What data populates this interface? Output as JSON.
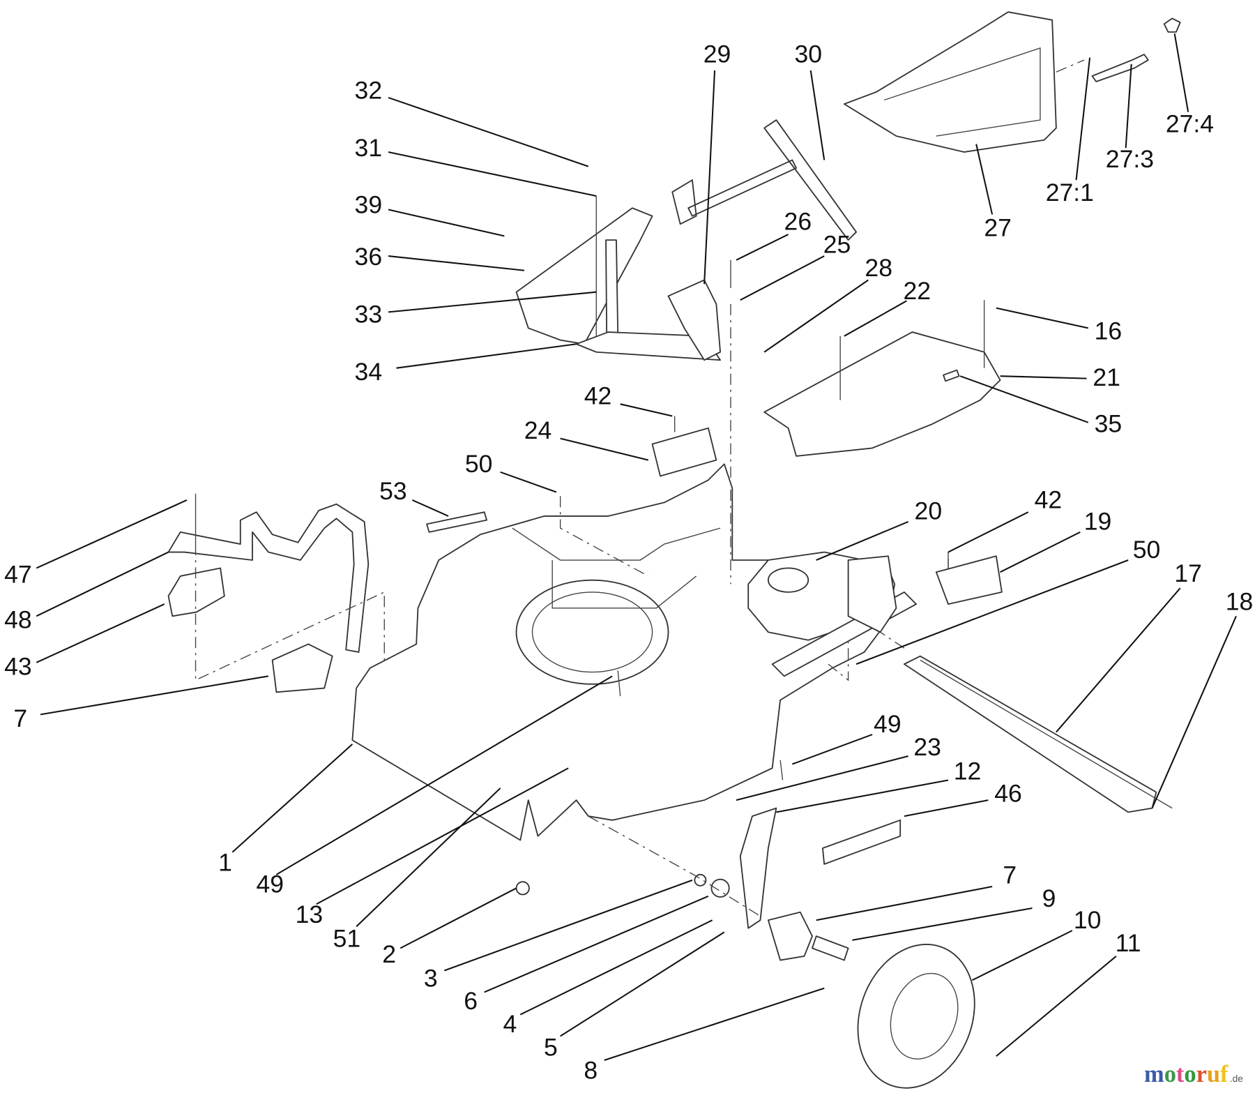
{
  "callouts": [
    {
      "label": "32"
    },
    {
      "label": "31"
    },
    {
      "label": "39"
    },
    {
      "label": "36"
    },
    {
      "label": "33"
    },
    {
      "label": "34"
    },
    {
      "label": "29"
    },
    {
      "label": "30"
    },
    {
      "label": "27"
    },
    {
      "label": "27:1"
    },
    {
      "label": "27:3"
    },
    {
      "label": "27:4"
    },
    {
      "label": "26"
    },
    {
      "label": "25"
    },
    {
      "label": "28"
    },
    {
      "label": "22"
    },
    {
      "label": "16"
    },
    {
      "label": "21"
    },
    {
      "label": "35"
    },
    {
      "label": "42"
    },
    {
      "label": "24"
    },
    {
      "label": "50"
    },
    {
      "label": "53"
    },
    {
      "label": "47"
    },
    {
      "label": "48"
    },
    {
      "label": "43"
    },
    {
      "label": "7"
    },
    {
      "label": "20"
    },
    {
      "label": "42"
    },
    {
      "label": "19"
    },
    {
      "label": "50"
    },
    {
      "label": "17"
    },
    {
      "label": "18"
    },
    {
      "label": "1"
    },
    {
      "label": "49"
    },
    {
      "label": "13"
    },
    {
      "label": "51"
    },
    {
      "label": "49"
    },
    {
      "label": "23"
    },
    {
      "label": "12"
    },
    {
      "label": "46"
    },
    {
      "label": "2"
    },
    {
      "label": "3"
    },
    {
      "label": "6"
    },
    {
      "label": "4"
    },
    {
      "label": "5"
    },
    {
      "label": "7"
    },
    {
      "label": "9"
    },
    {
      "label": "10"
    },
    {
      "label": "11"
    },
    {
      "label": "8"
    }
  ],
  "watermark": {
    "text": "motoruf",
    "suffix": ".de",
    "letter_colors": [
      "#3b5ba9",
      "#3a9a4a",
      "#e04a8a",
      "#2f9a3c",
      "#e0502a",
      "#e8a21a",
      "#f0c21a"
    ]
  }
}
